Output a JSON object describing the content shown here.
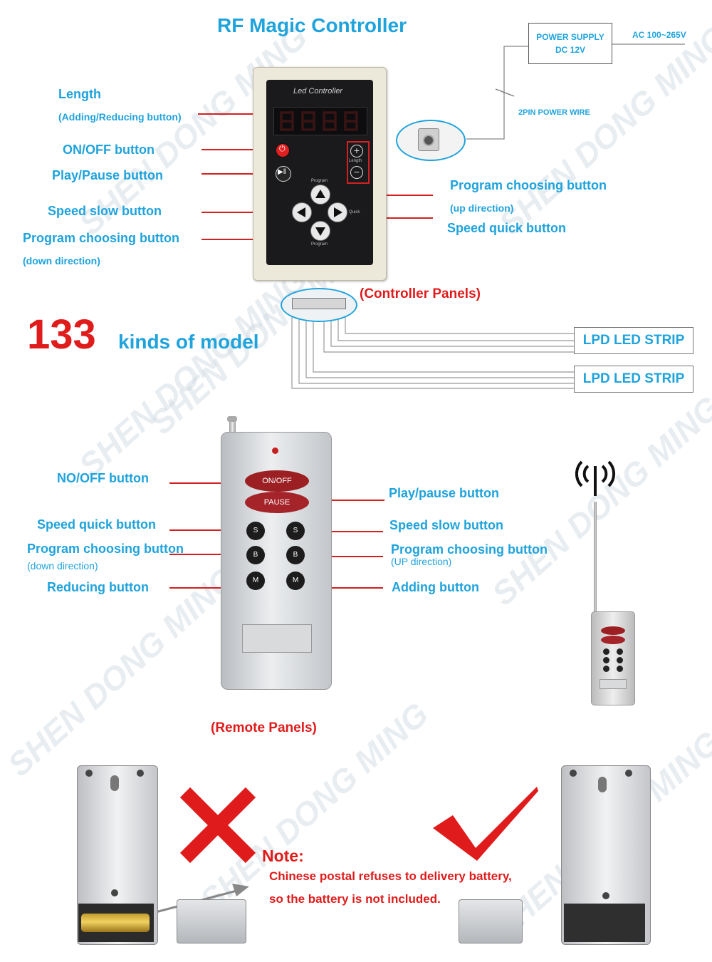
{
  "title": "RF Magic Controller",
  "controller": {
    "device_label": "Led Controller",
    "length_tiny": "Length",
    "program_tiny": "Program",
    "quick_tiny": "Quick",
    "labels": {
      "length": "Length",
      "length_sub": "(Adding/Reducing button)",
      "onoff": "ON/OFF button",
      "playpause": "Play/Pause button",
      "speed_slow": "Speed slow button",
      "program_down": "Program choosing button",
      "program_down_sub": "(down direction)",
      "program_up": "Program choosing button",
      "program_up_sub": "(up direction)",
      "speed_quick": "Speed quick button"
    }
  },
  "power": {
    "supply_line1": "POWER SUPPLY",
    "supply_line2": "DC 12V",
    "ac": "AC 100~265V",
    "wire": "2PIN POWER WIRE"
  },
  "panels": {
    "controller_panels": "(Controller Panels)",
    "remote_panels": "(Remote Panels)"
  },
  "models": {
    "count": "133",
    "text": "kinds of model"
  },
  "strips": [
    "LPD LED STRIP",
    "LPD LED STRIP"
  ],
  "remote": {
    "btn_onoff": "ON/OFF",
    "btn_pause": "PAUSE",
    "keys": [
      "S",
      "S",
      "B",
      "B",
      "M",
      "M"
    ],
    "labels": {
      "noff": "NO/OFF button",
      "play_pause": "Play/pause button",
      "speed_quick": "Speed quick button",
      "speed_slow": "Speed slow button",
      "program_down": "Program choosing button",
      "program_down_sub": "(down direction)",
      "program_up": "Program choosing button",
      "program_up_sub": "(UP direction)",
      "reducing": "Reducing button",
      "adding": "Adding button"
    }
  },
  "note": {
    "title": "Note:",
    "line1": "Chinese postal refuses to delivery battery,",
    "line2": "so the battery is not included."
  },
  "watermark": "SHEN DONG MING",
  "colors": {
    "label_blue": "#1fa3dc",
    "accent_red": "#e01b1b",
    "panel_dark": "#1a1a1d",
    "silver": "#c9ccd0"
  }
}
